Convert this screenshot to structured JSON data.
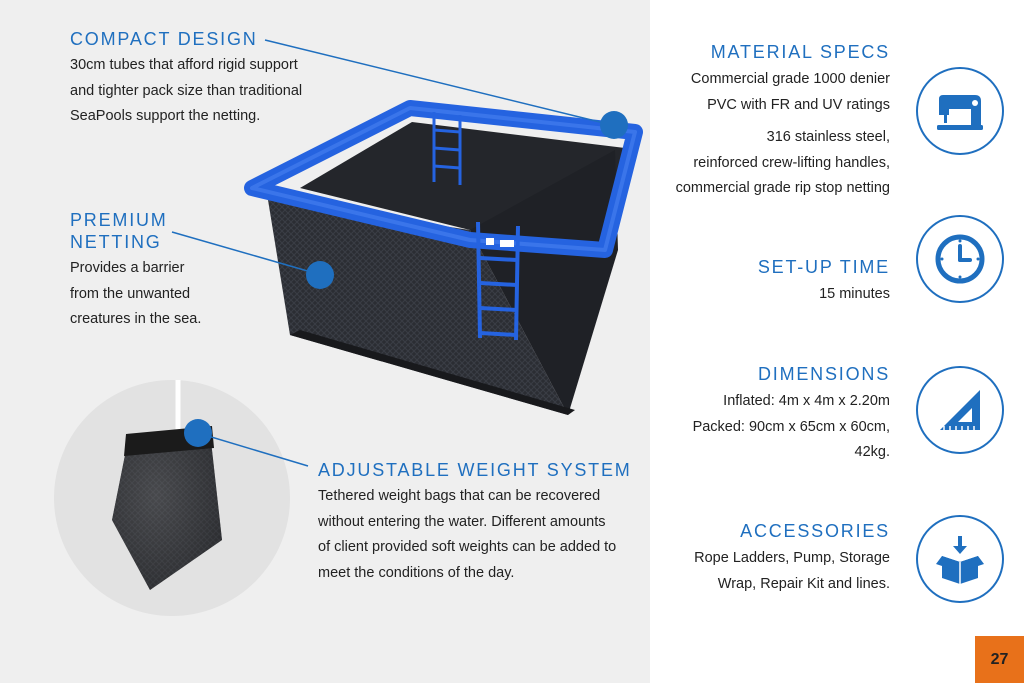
{
  "left": {
    "compact": {
      "heading": "COMPACT DESIGN",
      "lines": [
        "30cm tubes that afford rigid support",
        "and tighter pack size than traditional",
        "SeaPools support the netting."
      ]
    },
    "netting": {
      "heading_lines": [
        "PREMIUM",
        "NETTING"
      ],
      "lines": [
        "Provides a barrier",
        "from the unwanted",
        "creatures in the sea."
      ]
    },
    "weight": {
      "heading": "ADJUSTABLE WEIGHT SYSTEM",
      "lines": [
        "Tethered weight bags that can be recovered",
        "without entering the water. Different amounts",
        "of client provided soft weights can be added to",
        "meet the conditions of the day."
      ]
    }
  },
  "right": {
    "material": {
      "heading": "MATERIAL SPECS",
      "lines": [
        "Commercial grade 1000 denier",
        "PVC with FR and UV ratings"
      ],
      "lines2": [
        "316 stainless steel,",
        "reinforced crew-lifting handles,",
        "commercial grade rip stop netting"
      ],
      "icon": "sewing-machine-icon"
    },
    "setup": {
      "heading": "SET-UP TIME",
      "lines": [
        "15 minutes"
      ],
      "icon": "clock-icon"
    },
    "dimensions": {
      "heading": "DIMENSIONS",
      "lines": [
        "Inflated: 4m x 4m x 2.20m",
        "Packed: 90cm x 65cm x 60cm,",
        "42kg."
      ],
      "icon": "set-square-ruler-icon"
    },
    "accessories": {
      "heading": "ACCESSORIES",
      "lines": [
        "Rope Ladders, Pump, Storage",
        "Wrap, Repair Kit and lines."
      ],
      "icon": "box-download-icon"
    }
  },
  "page_number": "27",
  "colors": {
    "accent": "#1f6fbf",
    "pool_blue": "#2563e0",
    "page_tab": "#e8711a"
  }
}
